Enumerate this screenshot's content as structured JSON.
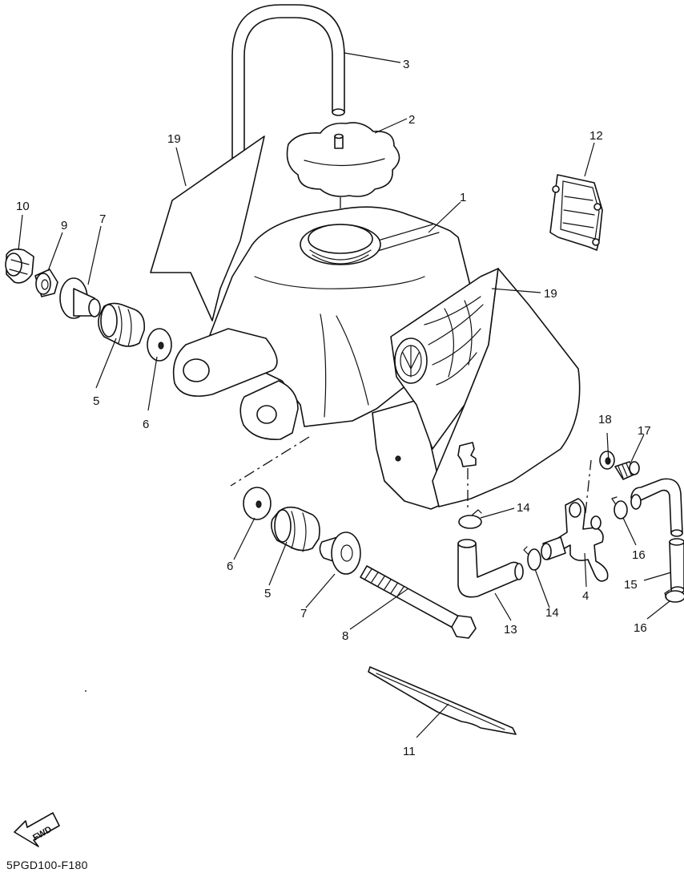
{
  "diagram_code": "5PGD100-F180",
  "fwd_label": "FWD",
  "callouts": {
    "c1": "1",
    "c2": "2",
    "c3": "3",
    "c4": "4",
    "c5a": "5",
    "c5b": "5",
    "c6a": "6",
    "c6b": "6",
    "c7a": "7",
    "c7b": "7",
    "c8": "8",
    "c9": "9",
    "c10": "10",
    "c11": "11",
    "c12": "12",
    "c13": "13",
    "c14a": "14",
    "c14b": "14",
    "c15": "15",
    "c16a": "16",
    "c16b": "16",
    "c17": "17",
    "c18": "18",
    "c19a": "19",
    "c19b": "19"
  }
}
